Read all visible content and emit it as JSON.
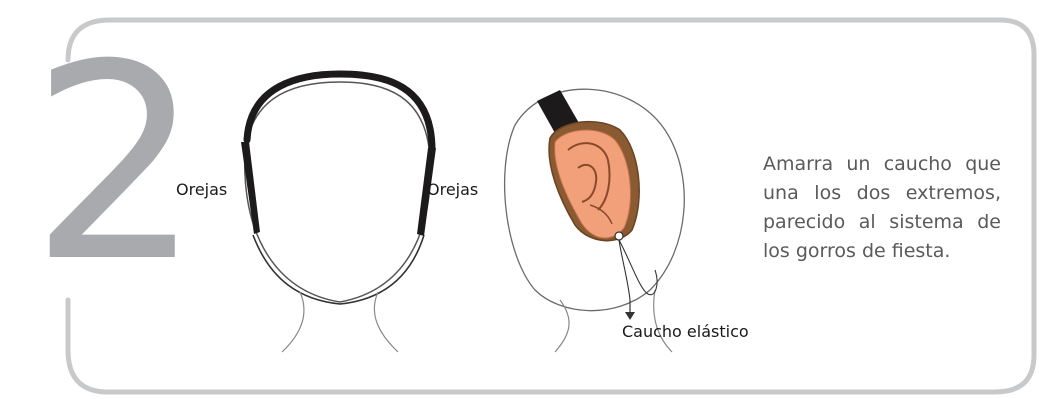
{
  "step": {
    "number": "2",
    "instruction": "Amarra un caucho que una los dos extremos, parecido al sistema de los gorros de fiesta."
  },
  "labels": {
    "ears_left": "Orejas",
    "ears_right": "Orejas",
    "elastic": "Caucho elástico"
  },
  "colors": {
    "frame": "#c8c9cb",
    "step_number": "#a8aaad",
    "instruction_text": "#5a5a5a",
    "outline": "#6b6b6b",
    "headband": "#1c1a1a",
    "skin": "#f2a07a",
    "fur": "#8a5a32"
  }
}
